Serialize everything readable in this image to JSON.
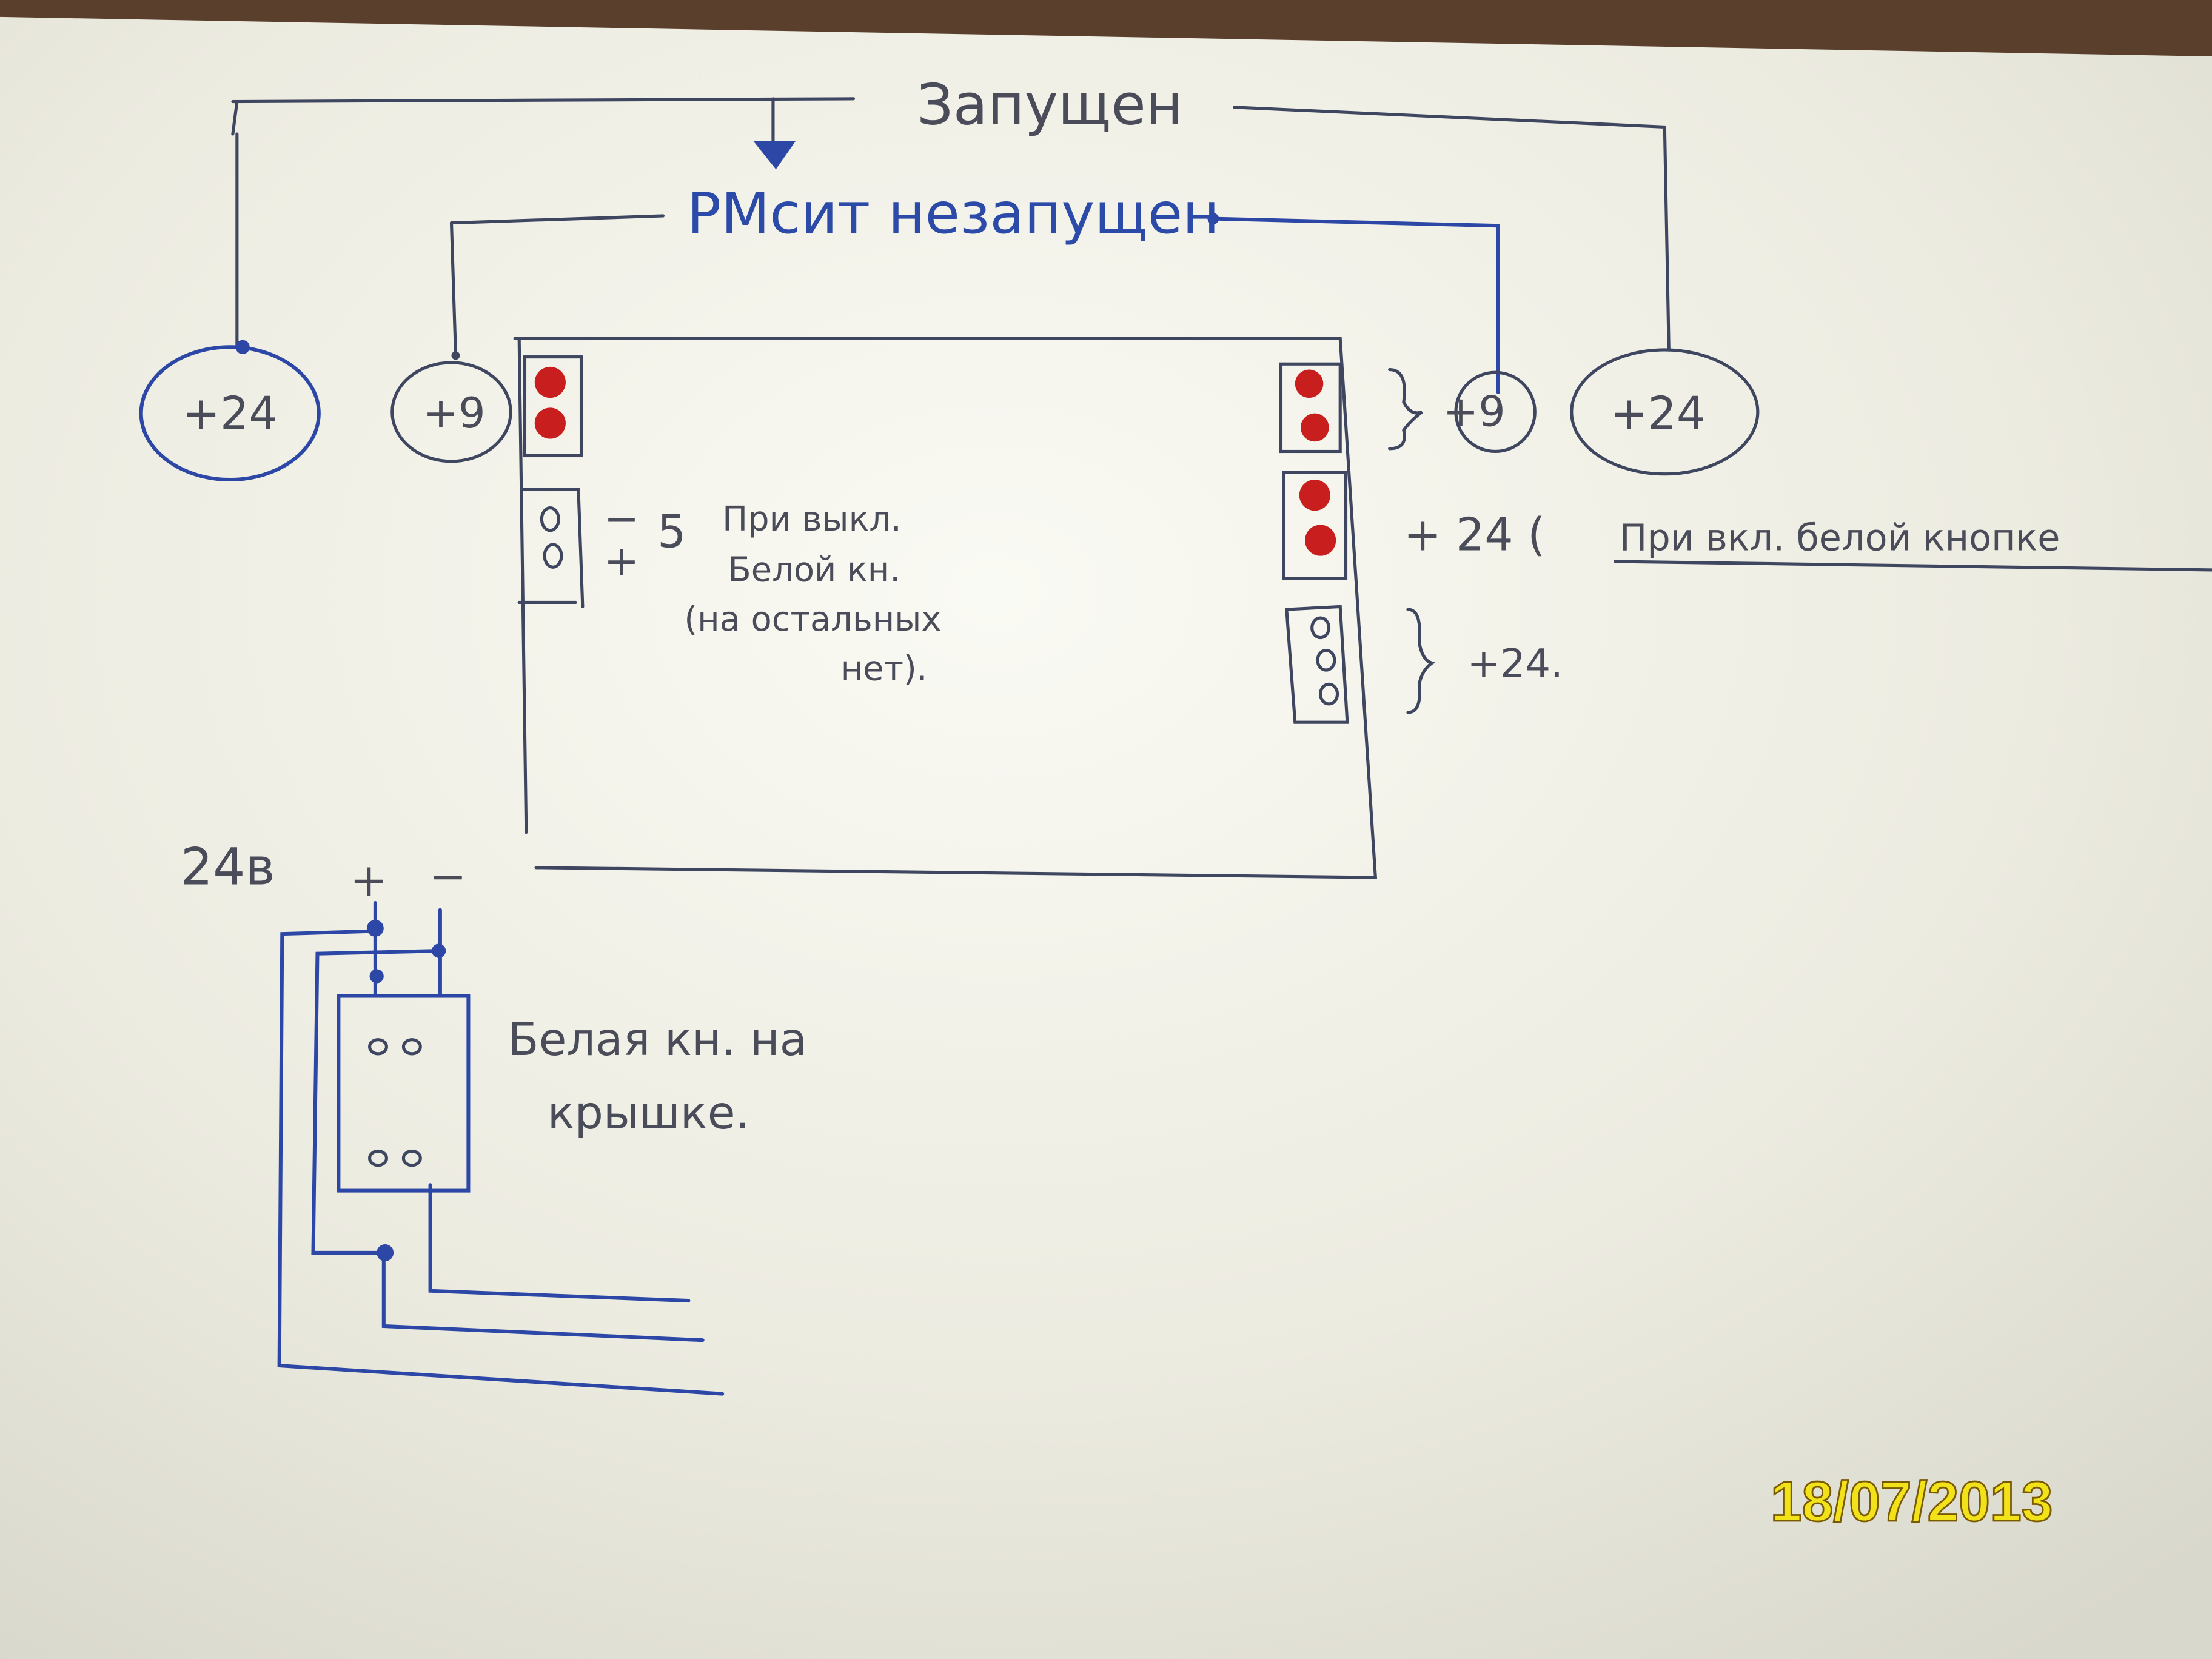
{
  "top_labels": {
    "started": "Запущен",
    "not_started": "РМсит незапущен"
  },
  "terminals": {
    "left_24": "+24",
    "left_9": "+9",
    "right_9": "+9",
    "right_24": "+24"
  },
  "left_connector": {
    "minus": "−",
    "plus": "+",
    "value": "5",
    "note_lines": [
      "При выкл.",
      "Белой кн.",
      "(на остальных",
      "нет)."
    ]
  },
  "right_connectors": {
    "middle_label": "+ 24 (",
    "middle_note": "При вкл. белой кнопке",
    "bottom_label": "+24."
  },
  "power": {
    "voltage": "24в",
    "plus": "+",
    "minus": "−"
  },
  "button_label": [
    "Белая кн. на",
    "крышке."
  ],
  "date_stamp": "18/07/2013",
  "colors": {
    "paper": "#f1f0e8",
    "ink_pencil": "#4a4c5a",
    "ink_blue": "#2c47a6",
    "red_dot": "#c81e1e",
    "stamp": "#f2e21a"
  }
}
